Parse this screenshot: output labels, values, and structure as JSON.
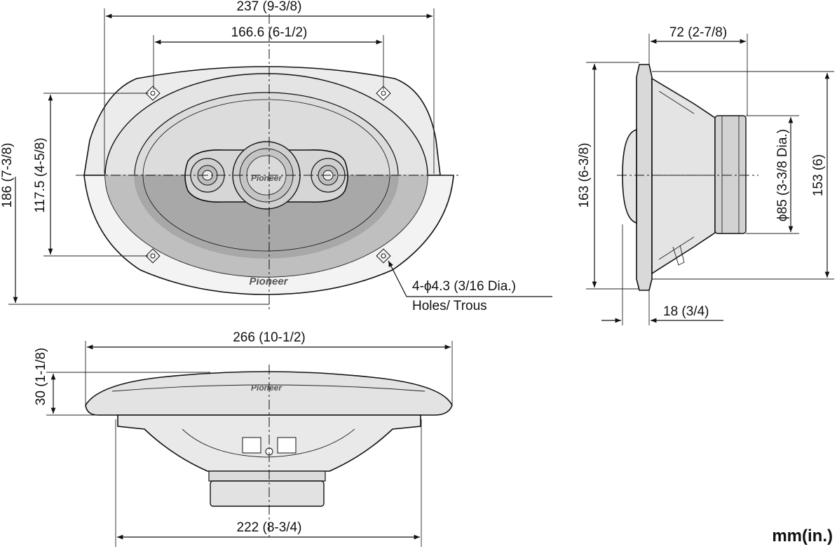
{
  "drawing": {
    "front_view": {
      "overall_width": "237 (9-3/8)",
      "hole_spacing": "166.6 (6-1/2)",
      "overall_height": "186 (7-3/8)",
      "hole_height": "117.5 (4-5/8)",
      "holes_spec": "4-ϕ4.3 (3/16 Dia.)",
      "holes_label": "Holes/ Trous",
      "brand_center": "Pioneer",
      "brand_bottom": "Pioneer"
    },
    "side_view": {
      "depth": "72 (2-7/8)",
      "height_outer": "163 (6-3/8)",
      "magnet_dia": "ϕ85 (3-3/8 Dia.)",
      "height_inner": "153 (6)",
      "flange_depth": "18 (3/4)"
    },
    "bottom_view": {
      "flange_width": "266 (10-1/2)",
      "flange_height": "30 (1-1/8)",
      "basket_width": "222 (8-3/4)"
    },
    "units": "mm(in.)"
  }
}
